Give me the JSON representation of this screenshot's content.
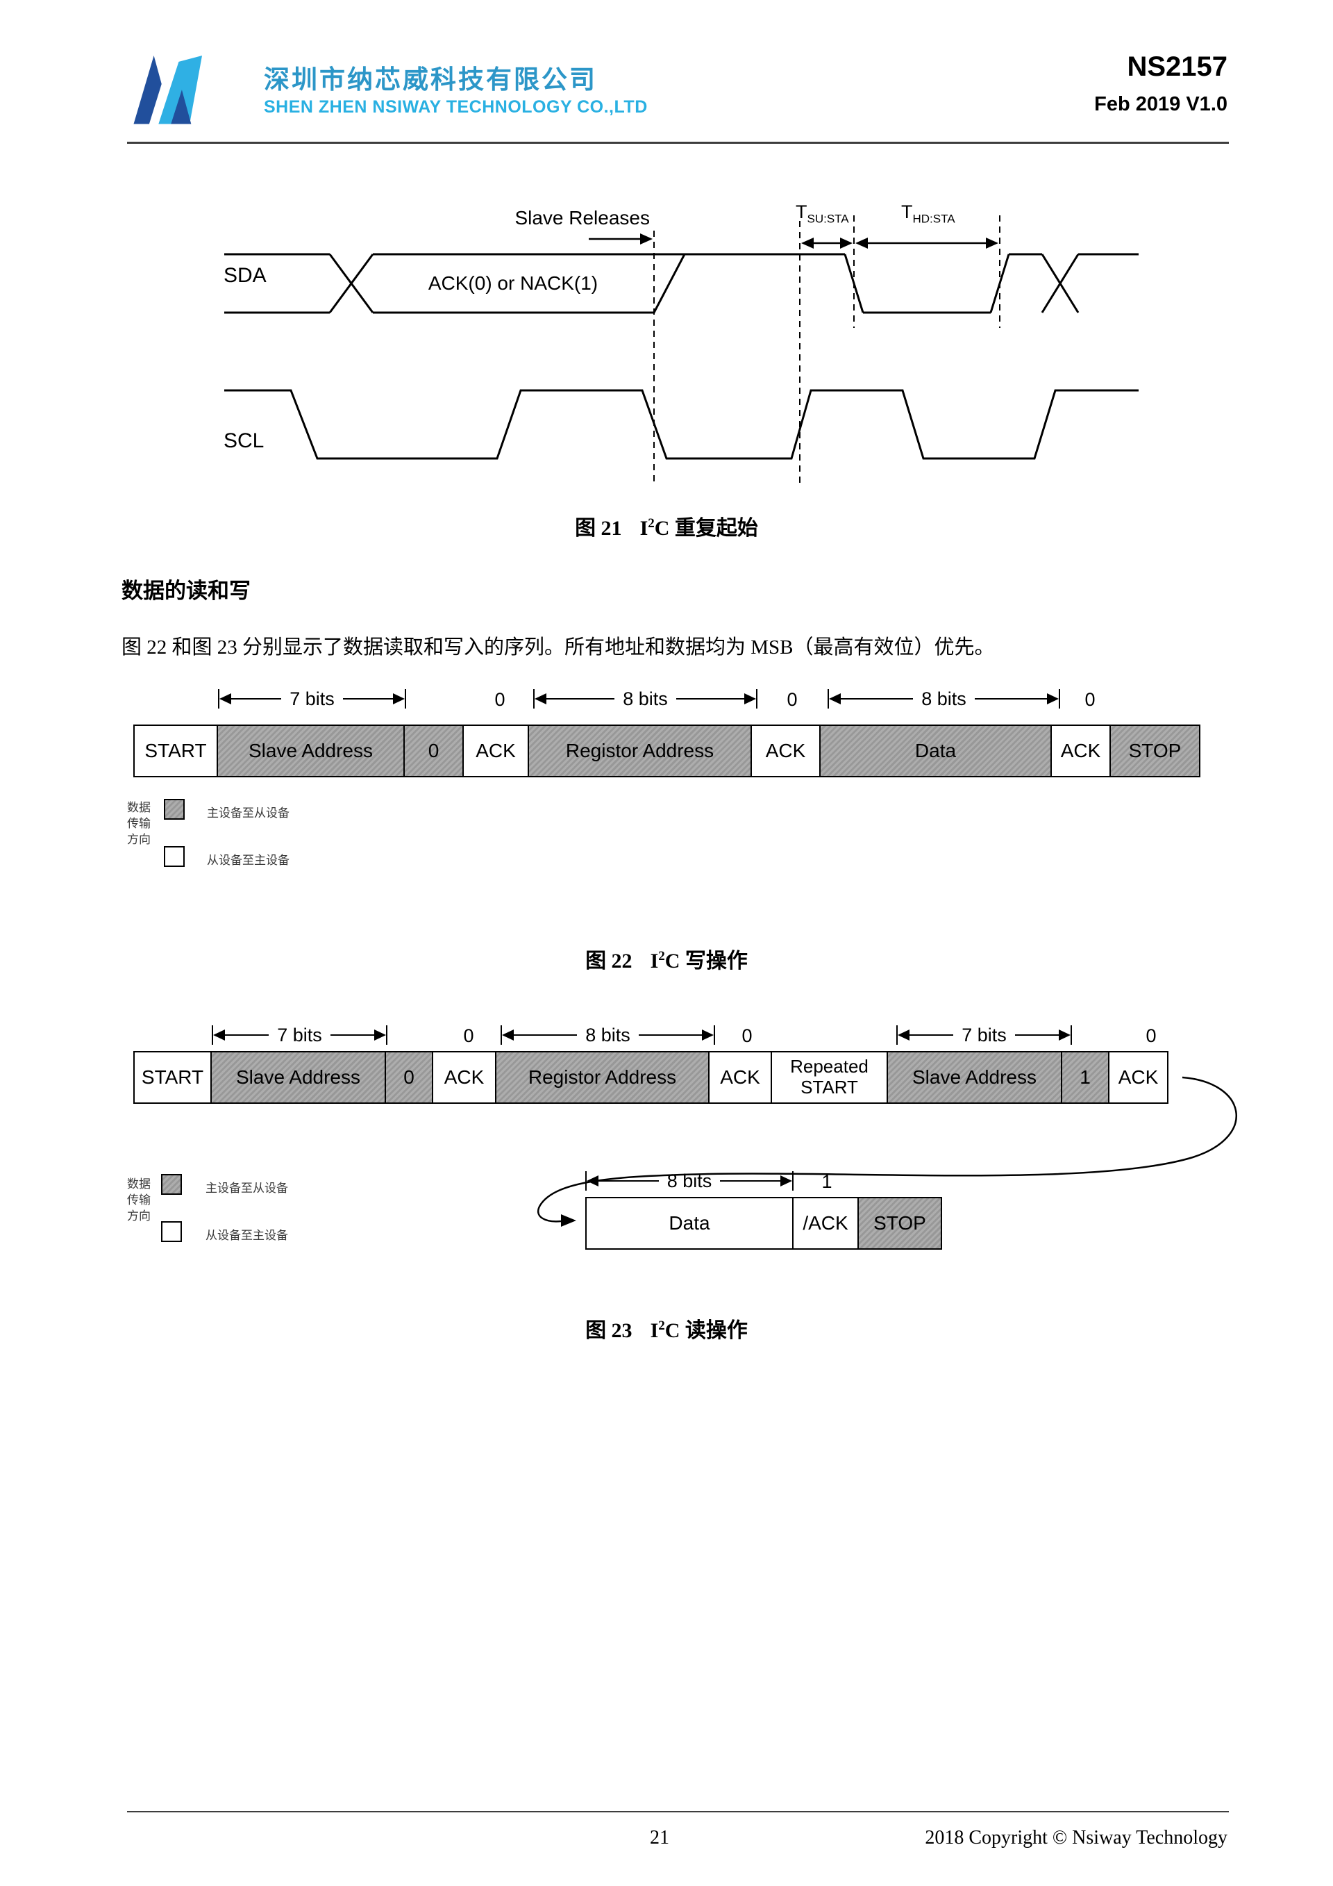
{
  "header": {
    "company_cn": "深圳市纳芯威科技有限公司",
    "company_en": "SHEN ZHEN NSIWAY  TECHNOLOGY CO.,LTD",
    "part_number": "NS2157",
    "revision": "Feb 2019 V1.0"
  },
  "colors": {
    "brand_blue": "#2c96c8",
    "brand_cyan": "#29b0e2",
    "cell_gray": "#a0a0a0"
  },
  "fig21": {
    "sda": "SDA",
    "scl": "SCL",
    "slave_releases": "Slave Releases",
    "tsu": {
      "main": "T",
      "sub": "SU:STA"
    },
    "thd": {
      "main": "T",
      "sub": "HD:STA"
    },
    "ack": "ACK(0) or NACK(1)",
    "caption": {
      "fig": "图 21",
      "pre": "I",
      "sup": "2",
      "post": "C 重复起始"
    }
  },
  "section": {
    "heading": "数据的读和写",
    "body": "图 22 和图 23 分别显示了数据读取和写入的序列。所有地址和数据均为 MSB（最高有效位）优先。"
  },
  "legend": {
    "title": "数据\n传输\n方向",
    "master_to_slave": "主设备至从设备",
    "slave_to_master": "从设备至主设备"
  },
  "fig22": {
    "ann": [
      "7 bits",
      "0",
      "8 bits",
      "0",
      "8 bits",
      "0"
    ],
    "cells": [
      {
        "label": "START",
        "fill": "white"
      },
      {
        "label": "Slave Address",
        "fill": "gray"
      },
      {
        "label": "0",
        "fill": "gray"
      },
      {
        "label": "ACK",
        "fill": "white"
      },
      {
        "label": "Registor Address",
        "fill": "gray"
      },
      {
        "label": "ACK",
        "fill": "white"
      },
      {
        "label": "Data",
        "fill": "gray"
      },
      {
        "label": "ACK",
        "fill": "white"
      },
      {
        "label": "STOP",
        "fill": "gray"
      }
    ],
    "caption": {
      "fig": "图 22",
      "pre": "I",
      "sup": "2",
      "post": "C 写操作"
    }
  },
  "fig23": {
    "ann_row1": [
      "7 bits",
      "0",
      "8 bits",
      "0",
      "7 bits",
      "0"
    ],
    "row1": [
      {
        "label": "START",
        "fill": "white"
      },
      {
        "label": "Slave Address",
        "fill": "gray"
      },
      {
        "label": "0",
        "fill": "gray"
      },
      {
        "label": "ACK",
        "fill": "white"
      },
      {
        "label": "Registor Address",
        "fill": "gray"
      },
      {
        "label": "ACK",
        "fill": "white"
      },
      {
        "label": "Repeated START",
        "fill": "white"
      },
      {
        "label": "Slave Address",
        "fill": "gray"
      },
      {
        "label": "1",
        "fill": "gray"
      },
      {
        "label": "ACK",
        "fill": "white"
      }
    ],
    "ann_row2": [
      "8 bits",
      "1"
    ],
    "row2": [
      {
        "label": "Data",
        "fill": "white"
      },
      {
        "label": "/ACK",
        "fill": "white"
      },
      {
        "label": "STOP",
        "fill": "gray"
      }
    ],
    "caption": {
      "fig": "图 23",
      "pre": "I",
      "sup": "2",
      "post": "C 读操作"
    }
  },
  "footer": {
    "page": "21",
    "copyright": "2018 Copyright © Nsiway Technology"
  }
}
